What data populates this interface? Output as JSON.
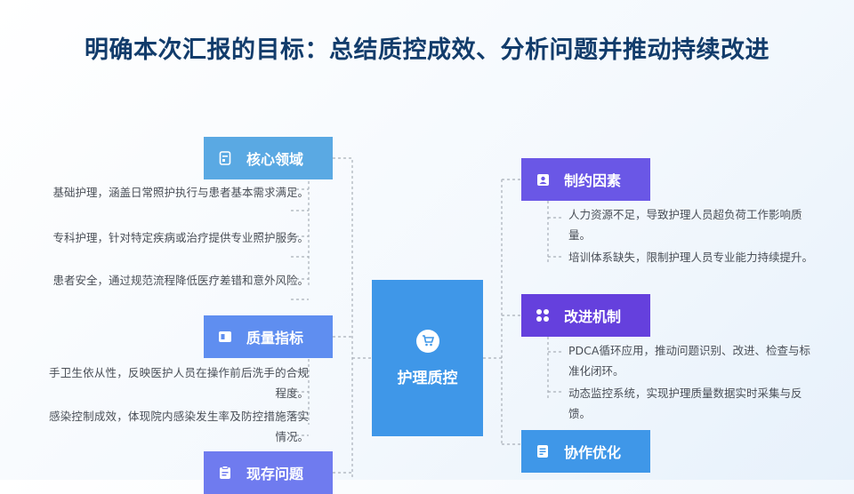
{
  "title": "明确本次汇报的目标：总结质控成效、分析问题并推动持续改进",
  "center": {
    "label": "护理质控",
    "icon": "cart-icon"
  },
  "left": [
    {
      "label": "核心领域",
      "icon": "document-icon",
      "color": "#5aa9e3",
      "items": [
        "基础护理，涵盖日常照护执行与患者基本需求满足。",
        "专科护理，针对特定疾病或治疗提供专业照护服务。",
        "患者安全，通过规范流程降低医疗差错和意外风险。"
      ]
    },
    {
      "label": "质量指标",
      "icon": "card-icon",
      "color": "#5f8ef0",
      "items": [
        "手卫生依从性，反映医护人员在操作前后洗手的合规程度。",
        "感染控制成效，体现院内感染发生率及防控措施落实情况。"
      ]
    },
    {
      "label": "现存问题",
      "icon": "clipboard-icon",
      "color": "#6f7bef",
      "items": []
    }
  ],
  "right": [
    {
      "label": "制约因素",
      "icon": "user-card-icon",
      "color": "#6a57e6",
      "items": [
        "人力资源不足，导致护理人员超负荷工作影响质量。",
        "培训体系缺失，限制护理人员专业能力持续提升。"
      ]
    },
    {
      "label": "改进机制",
      "icon": "apps-icon",
      "color": "#6540dd",
      "items": [
        "PDCA循环应用，推动问题识别、改进、检查与标准化闭环。",
        "动态监控系统，实现护理质量数据实时采集与反馈。"
      ]
    },
    {
      "label": "协作优化",
      "icon": "note-icon",
      "color": "#3f97e8",
      "items": []
    }
  ]
}
